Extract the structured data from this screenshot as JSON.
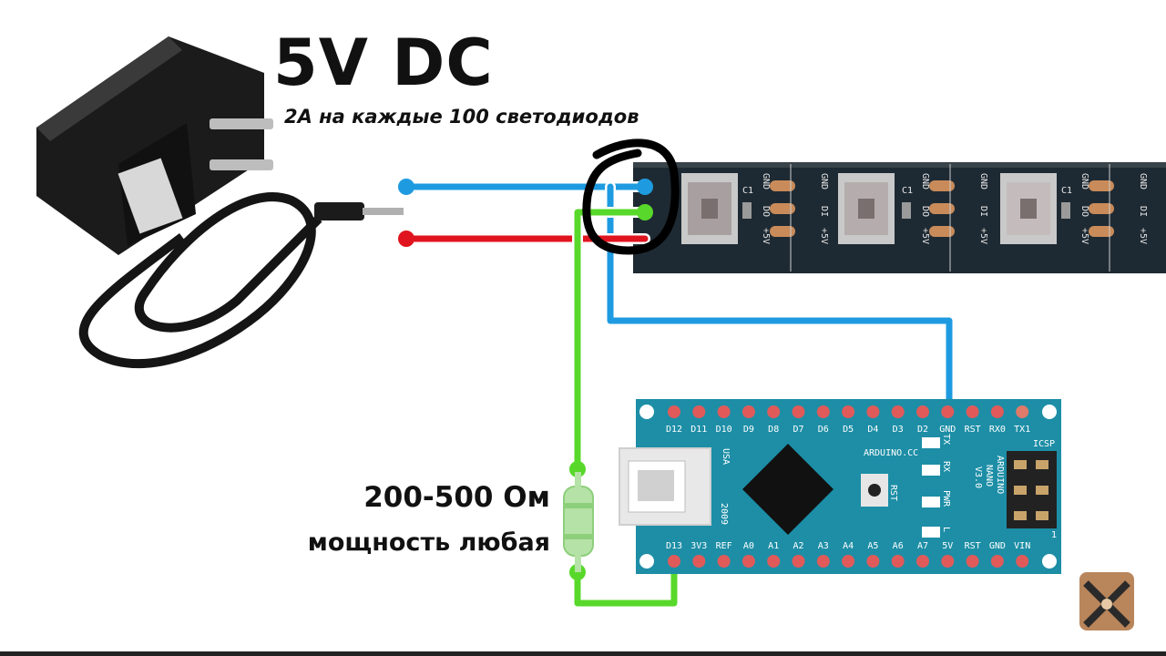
{
  "power": {
    "title": "5V DC",
    "subtitle": "2А на каждые 100 светодиодов"
  },
  "resistor": {
    "value_label": "200-500 Ом",
    "power_label": "мощность любая"
  },
  "led_strip": {
    "pad_labels_left": [
      "GND",
      "DO",
      "+5V"
    ],
    "pad_labels_right": [
      "GND",
      "DI",
      "+5V"
    ],
    "cap_label": "C1"
  },
  "arduino": {
    "top_pins": [
      "D12",
      "D11",
      "D10",
      "D9",
      "D8",
      "D7",
      "D6",
      "D5",
      "D4",
      "D3",
      "D2",
      "GND",
      "RST",
      "RX0",
      "TX1"
    ],
    "bottom_pins": [
      "D13",
      "3V3",
      "REF",
      "A0",
      "A1",
      "A2",
      "A3",
      "A4",
      "A5",
      "A6",
      "A7",
      "5V",
      "RST",
      "GND",
      "VIN"
    ],
    "brand": "ARDUINO.CC",
    "model_line1": "ARDUINO",
    "model_line2": "NANO",
    "model_line3": "V3.0",
    "usa": "USA",
    "year": "2009",
    "icsp": "ICSP",
    "rst_btn": "RST",
    "leds": [
      "TX",
      "RX",
      "PWR",
      "L"
    ],
    "icsp_num": "1"
  },
  "colors": {
    "wire_blue": "#1e9be0",
    "wire_red": "#e0141e",
    "wire_green": "#58d82a",
    "board": "#1d8ea6",
    "strip": "#1e2a33"
  }
}
